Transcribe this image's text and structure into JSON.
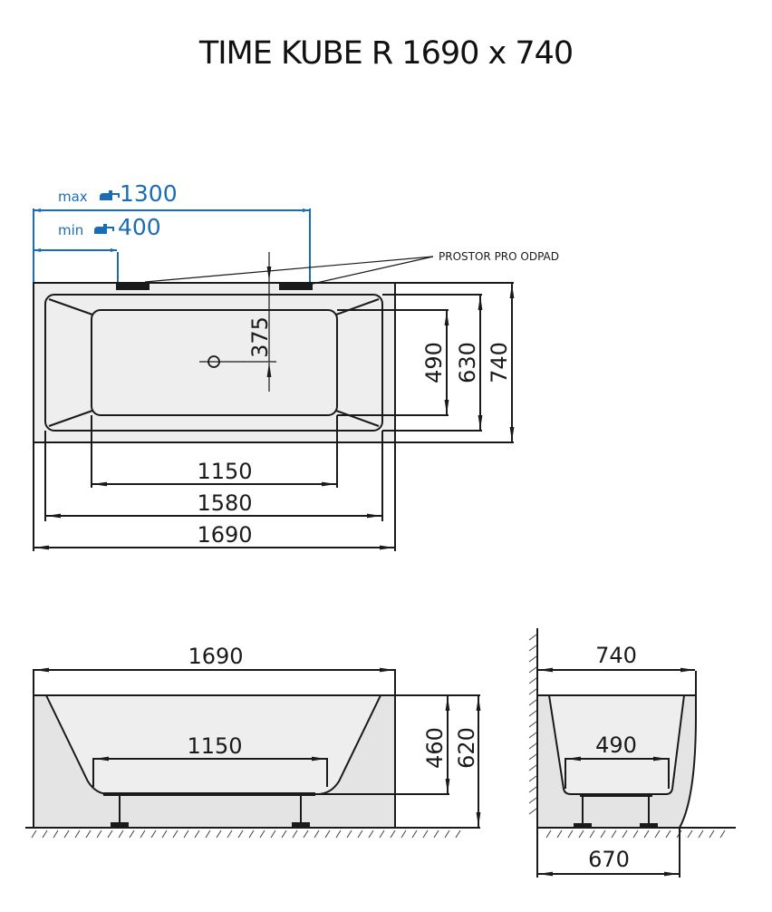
{
  "title": "TIME KUBE R 1690 x 740",
  "colors": {
    "accent_blue": "#1a6db5",
    "line": "#1a1a1a",
    "panel_fill": "#e4e4e4",
    "basin_fill": "#eeeeee"
  },
  "top_view": {
    "faucet_max": {
      "prefix": "max",
      "icon": "faucet-icon",
      "value": "1300"
    },
    "faucet_min": {
      "prefix": "min",
      "icon": "faucet-icon",
      "value": "400"
    },
    "drain_label": "PROSTOR PRO ODPAD",
    "drain_offset": "375",
    "widths": [
      "1150",
      "1580",
      "1690"
    ],
    "heights": [
      "490",
      "630",
      "740"
    ]
  },
  "side_view": {
    "overall_length": "1690",
    "bottom_length": "1150",
    "depth": "460",
    "height": "620"
  },
  "end_view": {
    "overall_width": "740",
    "bottom_width": "490",
    "base_width": "670"
  }
}
